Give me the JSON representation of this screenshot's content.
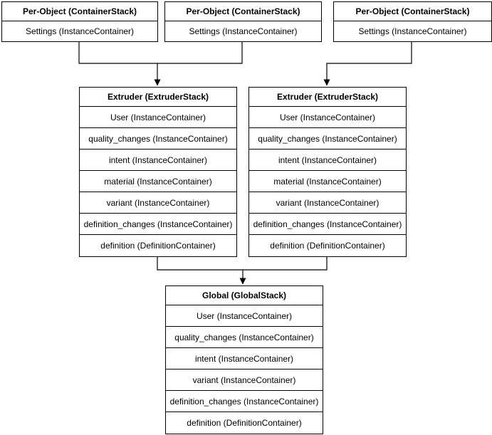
{
  "nodes": {
    "per_object": {
      "title": "Per-Object (ContainerStack)",
      "rows": [
        "Settings (InstanceContainer)"
      ]
    },
    "extruder": {
      "title": "Extruder (ExtruderStack)",
      "rows": [
        "User (InstanceContainer)",
        "quality_changes (InstanceContainer)",
        "intent (InstanceContainer)",
        "material (InstanceContainer)",
        "variant (InstanceContainer)",
        "definition_changes (InstanceContainer)",
        "definition (DefinitionContainer)"
      ]
    },
    "global": {
      "title": "Global (GlobalStack)",
      "rows": [
        "User (InstanceContainer)",
        "quality_changes (InstanceContainer)",
        "intent (InstanceContainer)",
        "variant (InstanceContainer)",
        "definition_changes (InstanceContainer)",
        "definition (DefinitionContainer)"
      ]
    }
  },
  "colors": {
    "background": "#ffffff",
    "node_fill": "#ffffff",
    "stroke": "#000000",
    "text": "#000000"
  }
}
